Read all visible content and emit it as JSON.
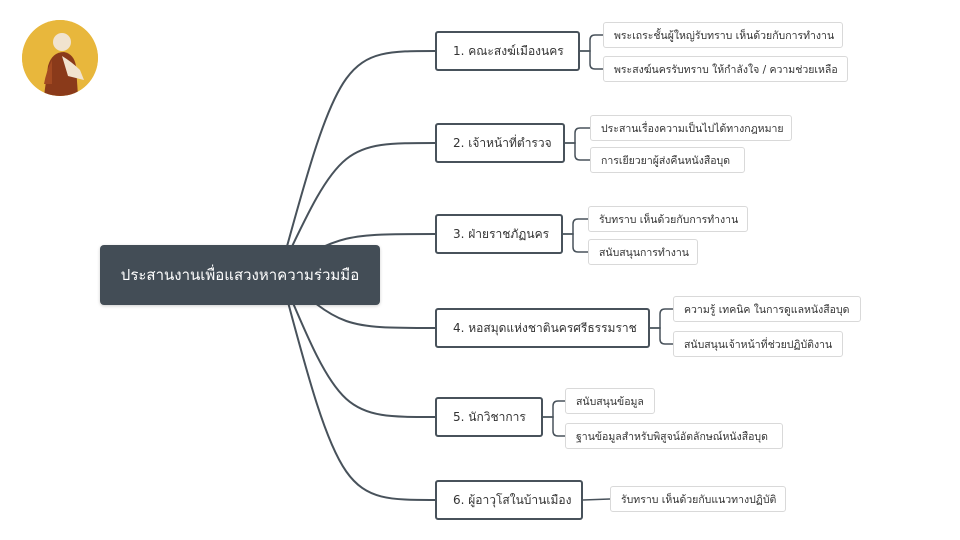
{
  "root": {
    "label": "ประสานงานเพื่อแสวงหาความร่วมมือ"
  },
  "branches": [
    {
      "label": "1. คณะสงฆ์เมืองนคร",
      "leaves": [
        "พระเถระชั้นผู้ใหญ่รับทราบ เห็นด้วยกับการทำงาน",
        "พระสงฆ์นครรับทราบ ให้กำลังใจ / ความช่วยเหลือ"
      ]
    },
    {
      "label": "2. เจ้าหน้าที่ตำรวจ",
      "leaves": [
        "ประสานเรื่องความเป็นไปได้ทางกฎหมาย",
        "การเยียวยาผู้ส่งคืนหนังสือบุด"
      ]
    },
    {
      "label": "3. ฝ่ายราชภัฏนคร",
      "leaves": [
        "รับทราบ เห็นด้วยกับการทำงาน",
        "สนับสนุนการทำงาน"
      ]
    },
    {
      "label": "4. หอสมุดแห่งชาตินครศรีธรรมราช",
      "leaves": [
        "ความรู้ เทคนิค ในการดูแลหนังสือบุด",
        "สนับสนุนเจ้าหน้าที่ช่วยปฏิบัติงาน"
      ]
    },
    {
      "label": "5. นักวิชาการ",
      "leaves": [
        "สนับสนุนข้อมูล",
        "ฐานข้อมูลสำหรับพิสูจน์อัตลักษณ์หนังสือบุด"
      ]
    },
    {
      "label": "6. ผู้อาวุโสในบ้านเมือง",
      "leaves": [
        "รับทราบ เห็นด้วยกับแนวทางปฏิบัติ"
      ]
    }
  ],
  "colors": {
    "root_bg": "#434d56",
    "line": "#48525b",
    "logo_bg": "#e8b73c",
    "robe": "#8a3a1a"
  },
  "logo": {
    "icon": "monk-portrait-icon"
  }
}
